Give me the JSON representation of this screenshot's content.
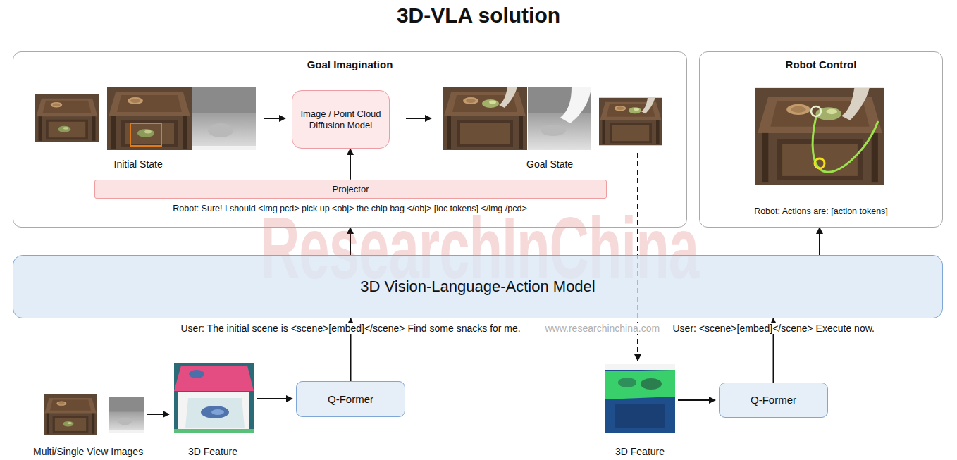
{
  "diagram": {
    "title": "3D-VLA solution",
    "nodes": [
      {
        "text": [
          "Goal Imagination",
          "Robot: Sure! I should <img pcd> pick up <obj> the chip bag </obj> [loc tokens] </img /pcd>"
        ]
      },
      {
        "text": [
          "Image / Point Cloud Diffusion Model"
        ],
        "in": 0
      },
      {
        "text": [
          "Projector"
        ],
        "in": 0
      },
      {
        "text": [
          "Robot Control",
          "Robot: Actions are: [action tokens]"
        ]
      },
      {
        "text": [
          "3D Vision-Language-Action Model"
        ]
      },
      {
        "text": [
          "Q-Former"
        ]
      },
      {
        "text": [
          "Q-Former"
        ]
      }
    ],
    "edges": [
      {
        "from": 5,
        "to": 4,
        "arrow": "to",
        "label": "User: The initial scene is <scene>[embed]</scene> Find some snacks for me."
      },
      {
        "from": 6,
        "to": 4,
        "arrow": "to",
        "label": "User: <scene>[embed]</scene> Execute now."
      },
      {
        "from": 4,
        "to": 0,
        "arrow": "to"
      },
      {
        "from": 2,
        "to": 1,
        "arrow": "to"
      },
      {
        "from": 4,
        "to": 3,
        "arrow": "to"
      }
    ],
    "labels": [
      "Initial State",
      "Goal State",
      "Multi/Single View Images",
      "3D Feature",
      "3D Feature",
      "ResearchInChina",
      "www.researchinchina.com"
    ]
  }
}
